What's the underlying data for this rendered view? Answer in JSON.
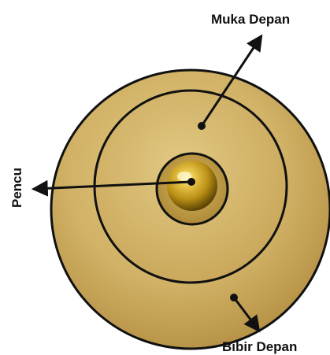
{
  "labels": {
    "face": "Muka Depan",
    "boss": "Pencu",
    "rim": "Bibir Depan"
  },
  "colors": {
    "gong_outer": "#c9a656",
    "gong_inner": "#d8bb72",
    "gong_shadow": "#a5823b",
    "boss_gold": "#caa12a",
    "boss_dark": "#6b5208",
    "line": "#111111",
    "background": "#ffffff"
  }
}
